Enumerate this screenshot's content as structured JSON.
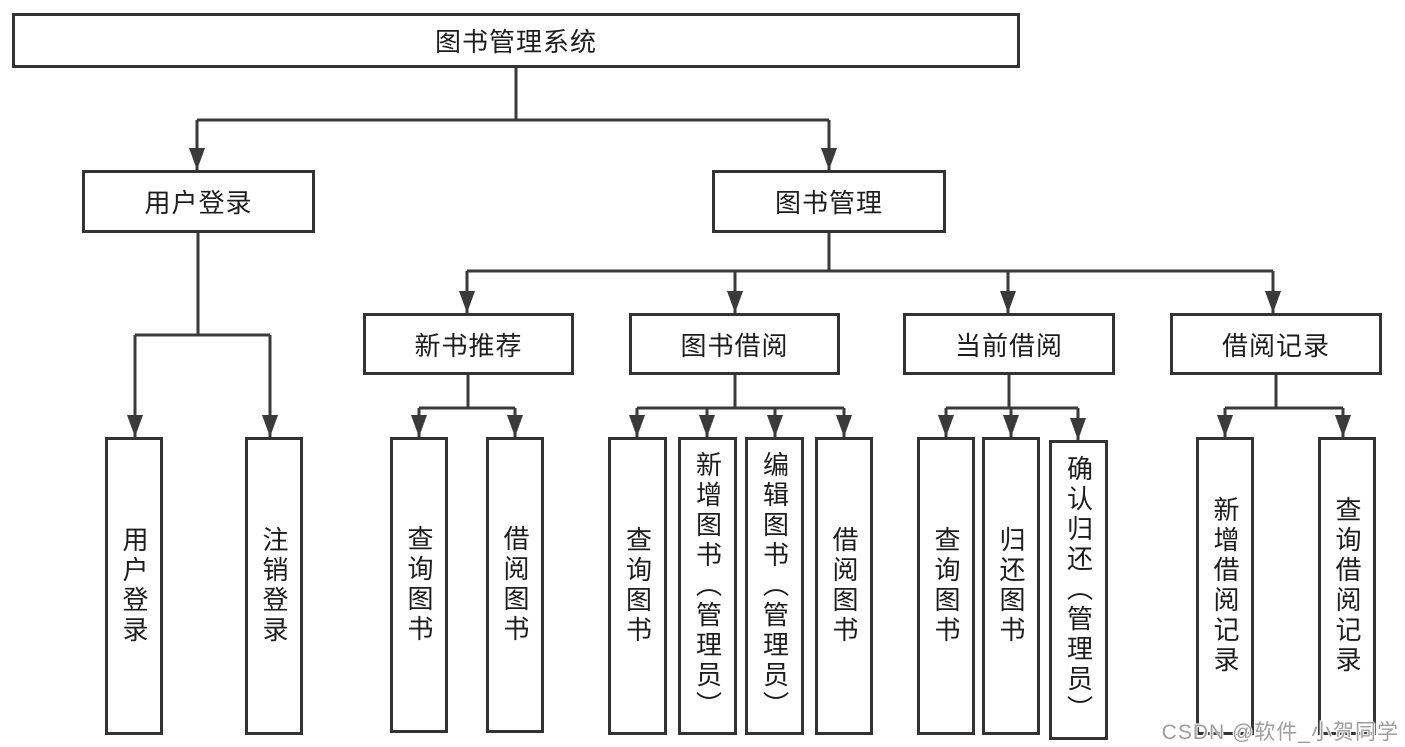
{
  "tree": {
    "root": {
      "label": "图书管理系统"
    },
    "branches": [
      {
        "label": "用户登录",
        "children": [
          {
            "label": "用户登录"
          },
          {
            "label": "注销登录"
          }
        ]
      },
      {
        "label": "图书管理",
        "children": [
          {
            "label": "新书推荐",
            "children": [
              {
                "label": "查询图书"
              },
              {
                "label": "借阅图书"
              }
            ]
          },
          {
            "label": "图书借阅",
            "children": [
              {
                "label": "查询图书"
              },
              {
                "label": "新增图书（管理员）"
              },
              {
                "label": "编辑图书（管理员）"
              },
              {
                "label": "借阅图书"
              }
            ]
          },
          {
            "label": "当前借阅",
            "children": [
              {
                "label": "查询图书"
              },
              {
                "label": "归还图书"
              },
              {
                "label": "确认归还（管理员）"
              }
            ]
          },
          {
            "label": "借阅记录",
            "children": [
              {
                "label": "新增借阅记录"
              },
              {
                "label": "查询借阅记录"
              }
            ]
          }
        ]
      }
    ]
  },
  "watermark": {
    "text": "CSDN @软件_小贺同学"
  },
  "colors": {
    "background": "#ffffff",
    "line": "#3a3a3a",
    "box_border": "#333333",
    "text": "#1d1d1d",
    "watermark": "#9e9e9e"
  }
}
